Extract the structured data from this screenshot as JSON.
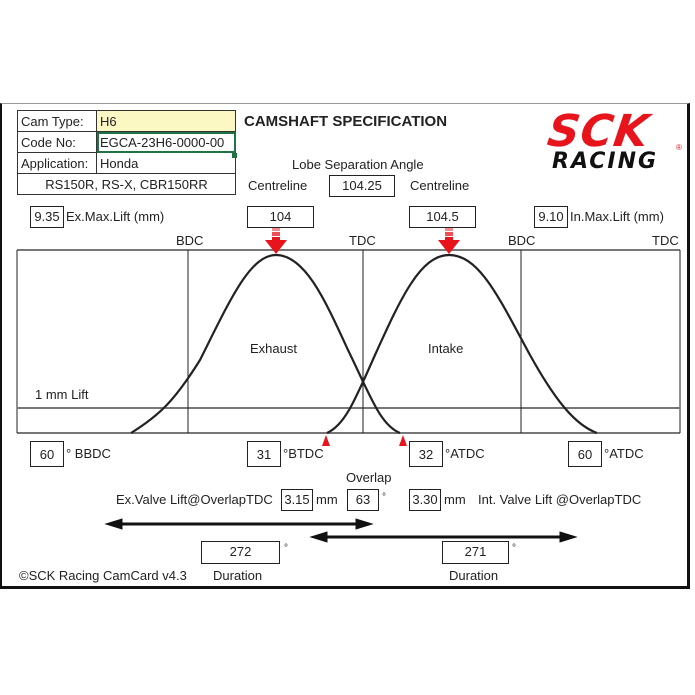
{
  "card": {
    "title": "CAMSHAFT SPECIFICATION",
    "logo": {
      "main": "SCK",
      "sub": "RACING",
      "reg": "®",
      "color": "#e8141c"
    },
    "footer": "©SCK Racing CamCard v4.3"
  },
  "info": {
    "cam_type_label": "Cam Type:",
    "cam_type_value": "H6",
    "code_label": "Code No:",
    "code_value": "EGCA-23H6-0000-00",
    "application_label": "Application:",
    "application_value": "Honda",
    "models": "RS150R, RS-X, CBR150RR"
  },
  "lsa": {
    "label": "Lobe Separation Angle",
    "value": "104.25",
    "left_label": "Centreline",
    "right_label": "Centreline"
  },
  "exhaust": {
    "max_lift": "9.35",
    "max_lift_label": "Ex.Max.Lift (mm)",
    "centreline": "104",
    "opens": "60",
    "opens_unit": "° BBDC",
    "closes": "31",
    "closes_unit": "°BTDC",
    "overlap_lift": "3.15",
    "overlap_lift_label": "Ex.Valve Lift@OverlapTDC",
    "overlap_lift_unit": "mm",
    "duration": "272",
    "duration_unit": "°",
    "duration_label": "Duration",
    "curve_label": "Exhaust"
  },
  "intake": {
    "max_lift": "9.10",
    "max_lift_label": "In.Max.Lift (mm)",
    "centreline": "104.5",
    "opens": "32",
    "opens_unit": "°ATDC",
    "closes": "60",
    "closes_unit": "°ATDC",
    "overlap_lift": "3.30",
    "overlap_lift_label": "Int. Valve Lift @OverlapTDC",
    "overlap_lift_unit": "mm",
    "duration": "271",
    "duration_unit": "°",
    "duration_label": "Duration",
    "curve_label": "Intake"
  },
  "overlap": {
    "label": "Overlap",
    "value": "63",
    "unit": "°"
  },
  "diagram": {
    "markers": [
      "BDC",
      "TDC",
      "BDC",
      "TDC"
    ],
    "lift_line_label": "1 mm Lift",
    "curve_color": "#222222",
    "arrow_color": "#e8141c"
  }
}
